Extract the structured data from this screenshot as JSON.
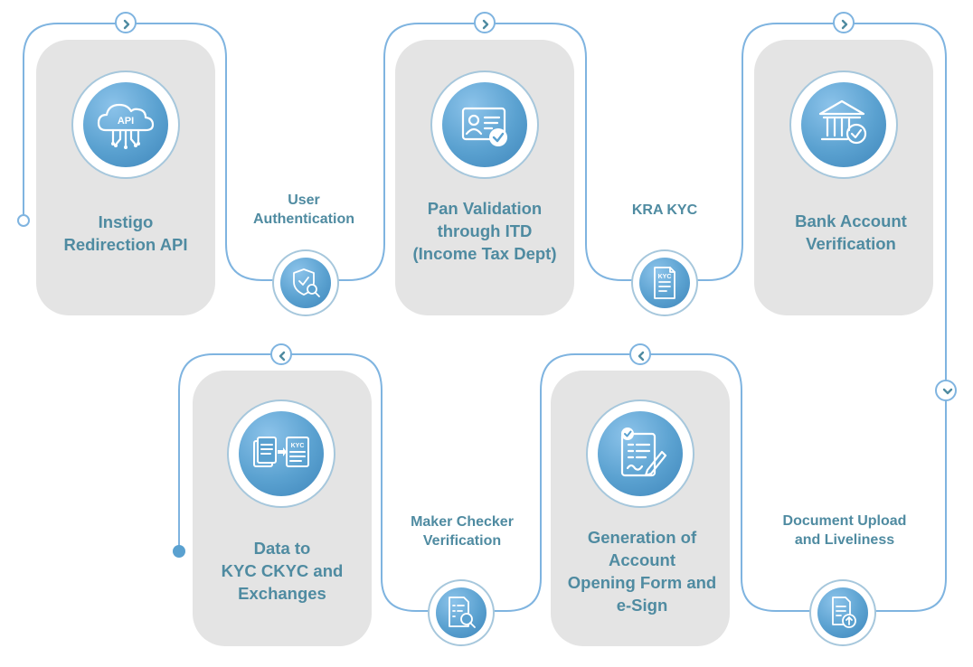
{
  "cards": {
    "instigo": "Instigo\nRedirection API",
    "pan": "Pan Validation\nthrough ITD\n(Income Tax Dept)",
    "bank": "Bank Account\nVerification",
    "data_kyc": "Data to\nKYC CKYC and\nExchanges",
    "generation": "Generation of\nAccount\nOpening Form and\ne-Sign"
  },
  "connectors": {
    "user_auth": "User\nAuthentication",
    "kra_kyc": "KRA KYC",
    "maker_checker": "Maker Checker\nVerification",
    "doc_upload": "Document Upload\nand Liveliness"
  },
  "icons": {
    "instigo": "api-cloud-icon",
    "pan": "id-card-check-icon",
    "bank": "bank-check-icon",
    "data_kyc": "documents-transfer-kyc-icon",
    "generation": "form-pen-icon",
    "user_auth": "shield-search-icon",
    "kra_kyc": "kyc-document-icon",
    "maker_checker": "document-search-icon",
    "doc_upload": "document-upload-icon"
  },
  "icon_text": {
    "api": "API",
    "kyc": "KYC"
  },
  "colors": {
    "line": "#7fb4e0",
    "text": "#4f8ba1",
    "card": "#e4e4e4",
    "icon": "#5aa1d0"
  }
}
